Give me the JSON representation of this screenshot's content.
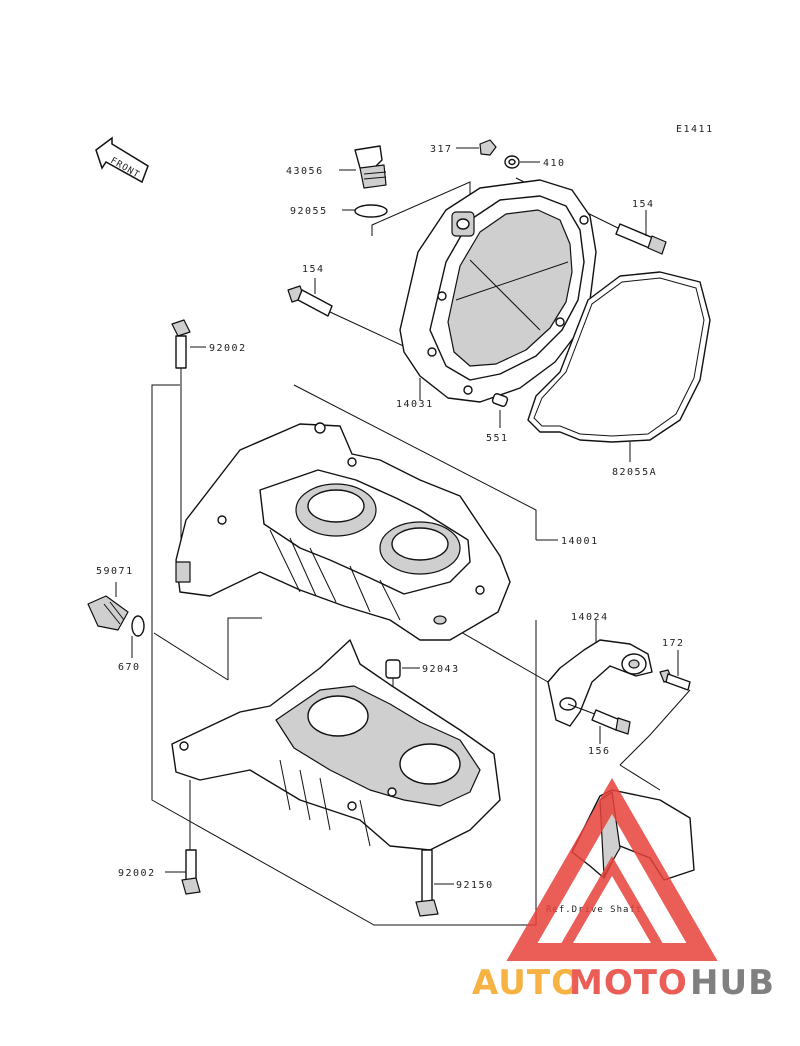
{
  "figure_code": "E1411",
  "front_label": "FRONT",
  "parts": {
    "p317": "317",
    "p410": "410",
    "p43056": "43056",
    "p154_top": "154",
    "p92055": "92055",
    "p154_left": "154",
    "p92002_top": "92002",
    "p14031": "14031",
    "p551": "551",
    "p82055a": "82055A",
    "p14001": "14001",
    "p59071": "59071",
    "p670": "670",
    "p92043": "92043",
    "p14024": "14024",
    "p172": "172",
    "p156": "156",
    "p92002_bottom": "92002",
    "p92150": "92150"
  },
  "ref_note": "Ref.Drive Shaft",
  "watermark": {
    "part1": "AUTO",
    "part2": "MOTO",
    "part3": "HUB",
    "color_orange": "#f5a623",
    "color_red": "#e8413a",
    "color_gray": "#6b6b6b"
  }
}
